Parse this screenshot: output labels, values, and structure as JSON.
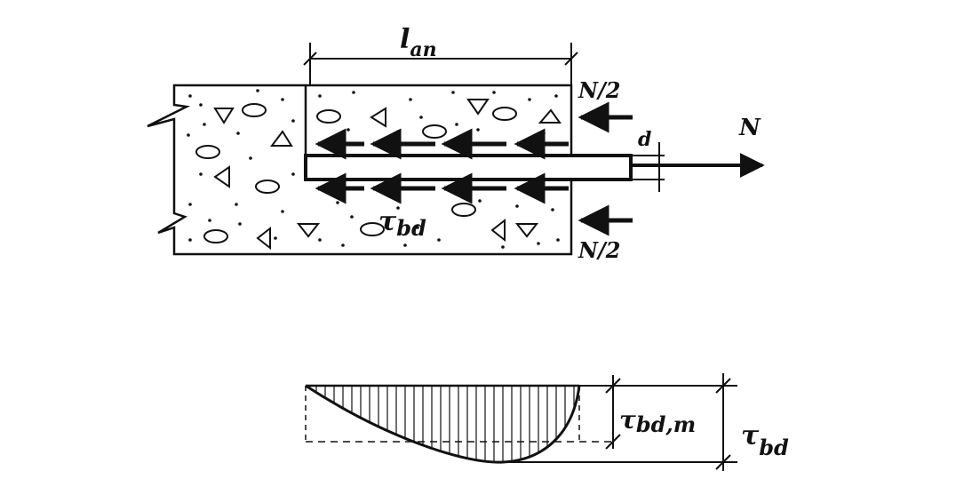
{
  "labels": {
    "anchor_length_main": "l",
    "anchor_length_sub": "an",
    "half_force_top": "N/2",
    "half_force_bottom": "N/2",
    "diameter": "d",
    "tension": "N",
    "bond_stress_main": "τ",
    "bond_stress_sub": "bd",
    "mean_bond_stress_main": "τ",
    "mean_bond_stress_sub": "bd,m",
    "max_bond_stress_main": "τ",
    "max_bond_stress_sub": "bd"
  },
  "colors": {
    "ink": "#111111",
    "background": "#ffffff"
  }
}
